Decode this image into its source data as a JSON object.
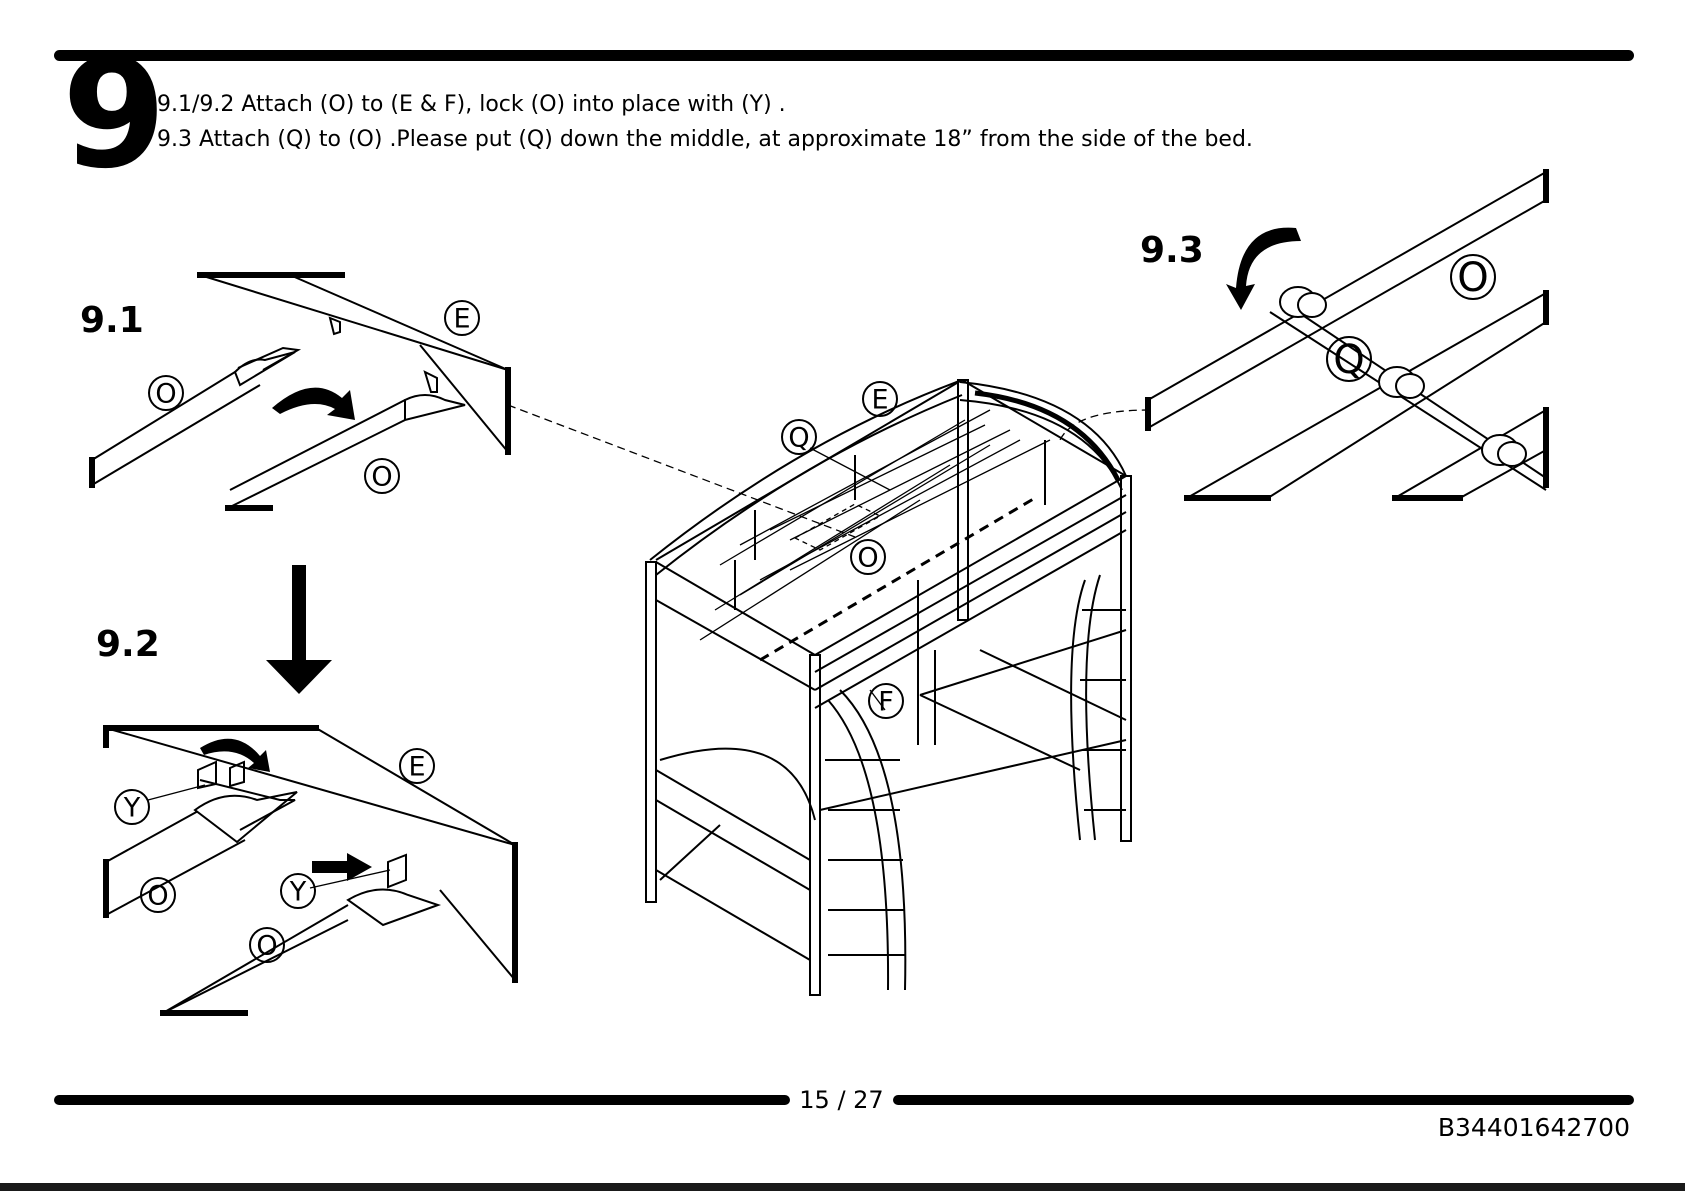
{
  "step": {
    "number": "9"
  },
  "instructions": {
    "line1": "9.1/9.2 Attach (O) to  (E & F), lock (O) into place with (Y) .",
    "line2": "9.3 Attach (Q) to (O) .Please put (Q) down the middle, at approximate 18” from the side of the bed."
  },
  "sub_steps": {
    "a": "9.1",
    "b": "9.2",
    "c": "9.3"
  },
  "parts": {
    "E": "E",
    "F": "F",
    "O": "O",
    "Q": "Q",
    "Y": "Y"
  },
  "footer": {
    "page": "15 / 27",
    "code": "B34401642700"
  }
}
